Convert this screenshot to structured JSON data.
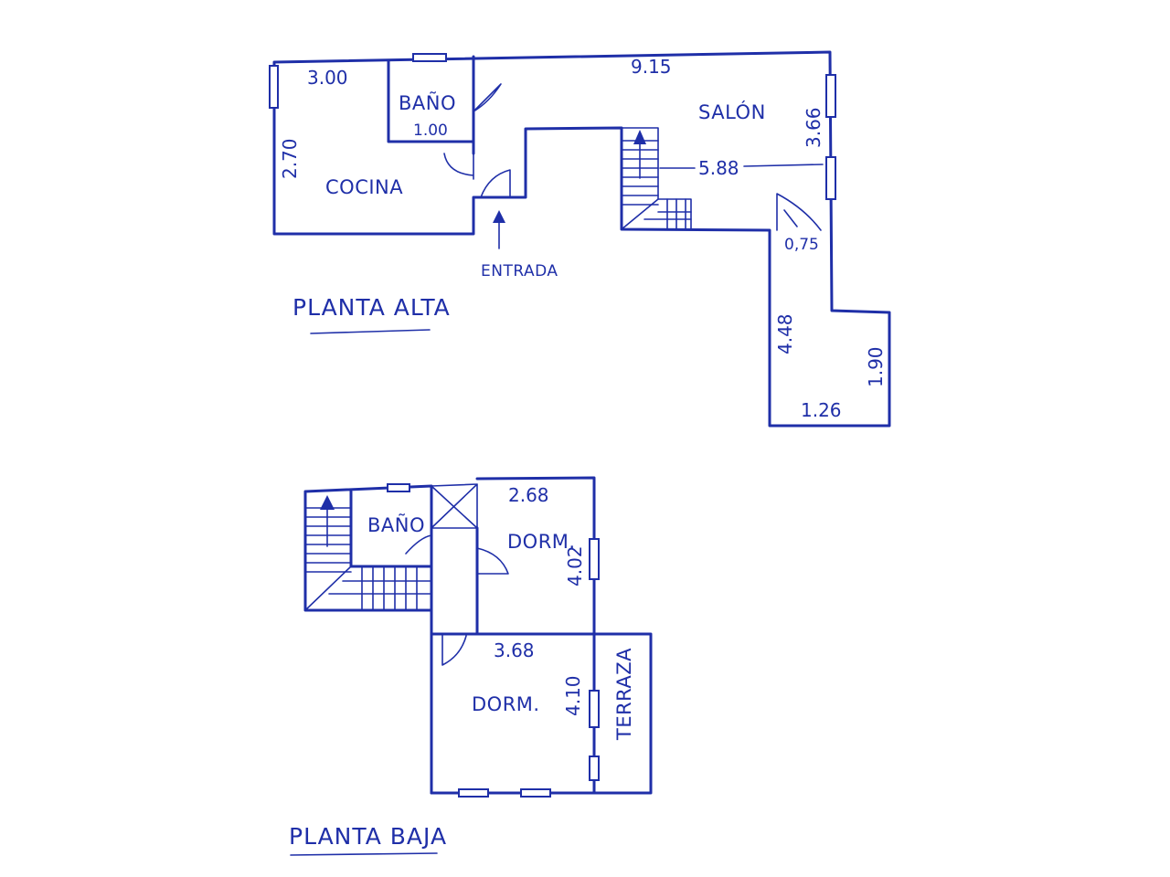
{
  "colors": {
    "ink": "#1f2fa8",
    "paper": "#ffffff"
  },
  "upper": {
    "title": "PLANTA ALTA",
    "rooms": {
      "bano": "BAÑO",
      "cocina": "COCINA",
      "salon": "SALÓN"
    },
    "entrance": "ENTRADA",
    "dims": {
      "kitchen_width": "3.00",
      "bath_width": "1.00",
      "kitchen_depth": "2.70",
      "total_width": "9.15",
      "salon_depth": "3.66",
      "salon_width": "5.88",
      "door_width": "0,75",
      "annex_depth": "4.48",
      "annex_side": "1.90",
      "annex_width": "1.26"
    }
  },
  "lower": {
    "title": "PLANTA BAJA",
    "rooms": {
      "bano": "BAÑO",
      "dorm1": "DORM.",
      "dorm2": "DORM.",
      "terraza": "TERRAZA"
    },
    "dims": {
      "dorm1_width": "2.68",
      "dorm1_depth": "4.02",
      "dorm2_width": "3.68",
      "dorm2_depth": "4.10"
    }
  }
}
